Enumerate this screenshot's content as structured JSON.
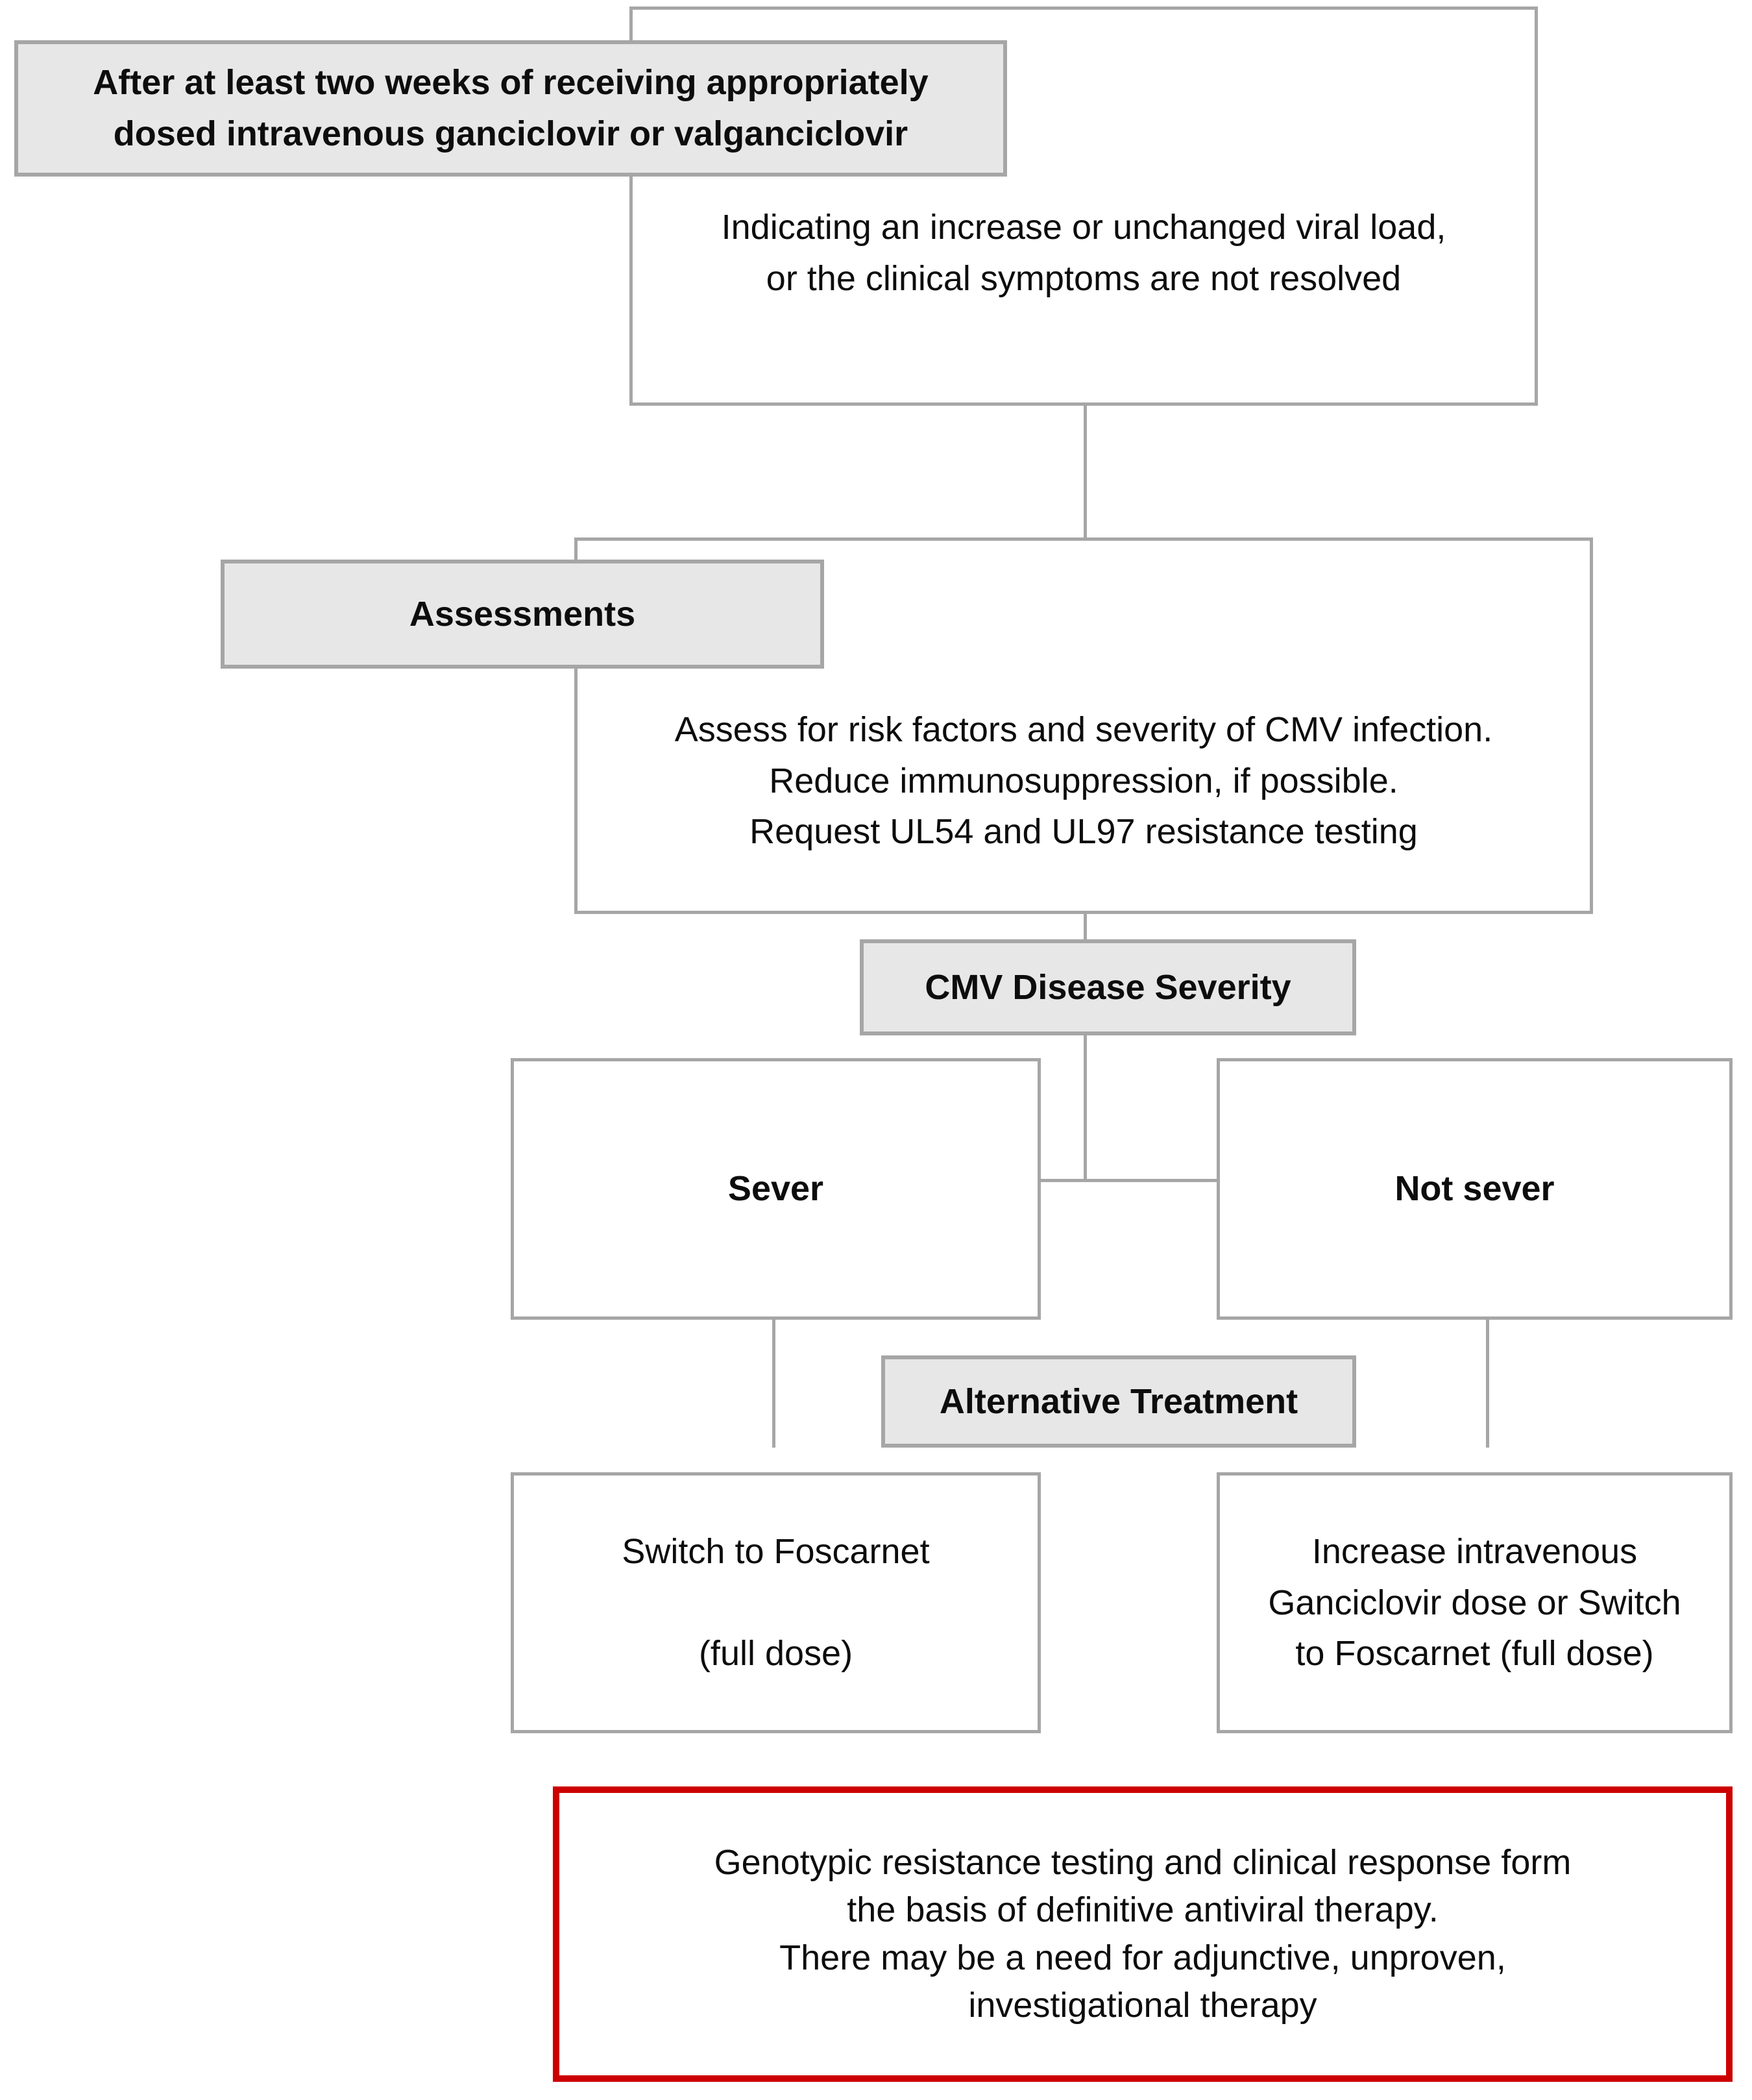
{
  "diagram": {
    "title": "CMV resistant or refractory infection management flowchart",
    "colors": {
      "box_border": "#a6a6a6",
      "box_shade": "#e7e7e7",
      "alert_border": "#cc0000",
      "text": "#0d0d0d",
      "background": "#ffffff"
    },
    "nodes": {
      "refractory_header": {
        "label": "After at least two weeks of receiving appropriately\ndosed intravenous ganciclovir or valganciclovir",
        "style": "shaded-header"
      },
      "refractory_body": {
        "label": "Indicating an increase or unchanged viral load,\nor the clinical symptoms are not resolved",
        "style": "white-box"
      },
      "assessments_header": {
        "label": "Assessments",
        "style": "shaded-header"
      },
      "assessments_body": {
        "label": "Assess for risk factors and severity of CMV infection.\nReduce immunosuppression, if possible.\nRequest UL54 and UL97 resistance testing",
        "style": "white-box"
      },
      "severity_header": {
        "label": "CMV Disease Severity",
        "style": "shaded-header"
      },
      "severity_severe": {
        "label": "Sever",
        "style": "white-box"
      },
      "severity_not_severe": {
        "label": "Not sever",
        "style": "white-box"
      },
      "alternative_treatment_header": {
        "label": "Alternative Treatment",
        "style": "shaded-header"
      },
      "treatment_severe": {
        "label": "Switch to Foscarnet\n\n(full dose)",
        "style": "white-box"
      },
      "treatment_not_severe": {
        "label": "Increase intravenous\nGanciclovir dose or Switch\nto Foscarnet (full dose)",
        "style": "white-box"
      },
      "footnote_alert": {
        "label": "Genotypic resistance testing and clinical response form\nthe basis of definitive antiviral therapy.\nThere may be a need for adjunctive, unproven,\ninvestigational therapy",
        "style": "red-box"
      }
    }
  }
}
